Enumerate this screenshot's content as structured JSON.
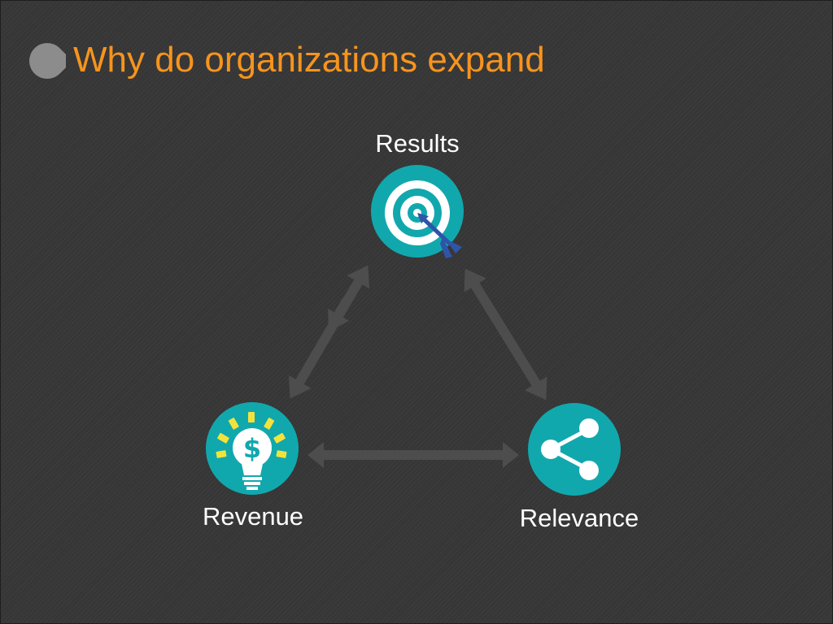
{
  "slide": {
    "title": "Why do organizations expand",
    "title_color": "#f7941d",
    "background_color": "#363636"
  },
  "diagram": {
    "nodes": [
      {
        "id": "results",
        "label": "Results",
        "icon": "target-with-arrow-icon"
      },
      {
        "id": "revenue",
        "label": "Revenue",
        "icon": "lightbulb-dollar-icon"
      },
      {
        "id": "relevance",
        "label": "Relevance",
        "icon": "share-icon"
      }
    ],
    "connections": [
      {
        "from": "results",
        "to": "revenue",
        "type": "bidirectional"
      },
      {
        "from": "results",
        "to": "relevance",
        "type": "bidirectional"
      },
      {
        "from": "revenue",
        "to": "relevance",
        "type": "bidirectional"
      }
    ],
    "colors": {
      "icon_circle": "#11a8ad",
      "arrow": "#4d4d4d",
      "bulb_rays": "#f4e23c",
      "dart": "#2e55a8"
    }
  }
}
